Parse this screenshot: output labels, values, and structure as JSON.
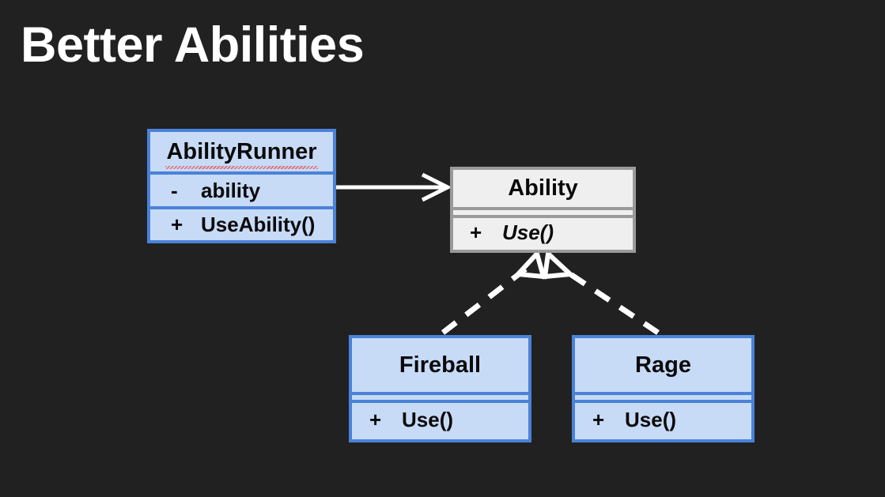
{
  "slide": {
    "title": "Better Abilities",
    "background_color": "#212121",
    "title_color": "#ffffff"
  },
  "palette": {
    "class_blue_fill": "#c7daf6",
    "class_blue_border": "#4a82d8",
    "class_grey_fill": "#efefef",
    "class_grey_border": "#9a9a9a",
    "connector_color": "#ffffff",
    "text_color": "#0a0a0a",
    "spellcheck_underline": "#e86a6a"
  },
  "diagram": {
    "type": "uml-class-diagram",
    "classes": [
      {
        "id": "abilityrunner",
        "name": "AbilityRunner",
        "style": "blue",
        "abstract": false,
        "spellchecked": true,
        "attributes": [
          {
            "visibility": "-",
            "signature": "ability"
          }
        ],
        "operations": [
          {
            "visibility": "+",
            "signature": "UseAbility()",
            "abstract": false
          }
        ]
      },
      {
        "id": "ability",
        "name": "Ability",
        "style": "grey",
        "abstract": true,
        "spellchecked": false,
        "attributes": [],
        "operations": [
          {
            "visibility": "+",
            "signature": "Use()",
            "abstract": true
          }
        ]
      },
      {
        "id": "fireball",
        "name": "Fireball",
        "style": "blue",
        "abstract": false,
        "spellchecked": false,
        "attributes": [],
        "operations": [
          {
            "visibility": "+",
            "signature": "Use()",
            "abstract": false
          }
        ]
      },
      {
        "id": "rage",
        "name": "Rage",
        "style": "blue",
        "abstract": false,
        "spellchecked": false,
        "attributes": [],
        "operations": [
          {
            "visibility": "+",
            "signature": "Use()",
            "abstract": false
          }
        ]
      }
    ],
    "connectors": [
      {
        "id": "abilityrunner-to-ability",
        "from": "abilityrunner",
        "to": "ability",
        "relationship": "association",
        "line": "solid",
        "arrowhead": "open-arrow"
      },
      {
        "id": "fireball-to-ability",
        "from": "fireball",
        "to": "ability",
        "relationship": "realization",
        "line": "dashed",
        "arrowhead": "hollow-triangle"
      },
      {
        "id": "rage-to-ability",
        "from": "rage",
        "to": "ability",
        "relationship": "realization",
        "line": "dashed",
        "arrowhead": "hollow-triangle"
      }
    ]
  }
}
